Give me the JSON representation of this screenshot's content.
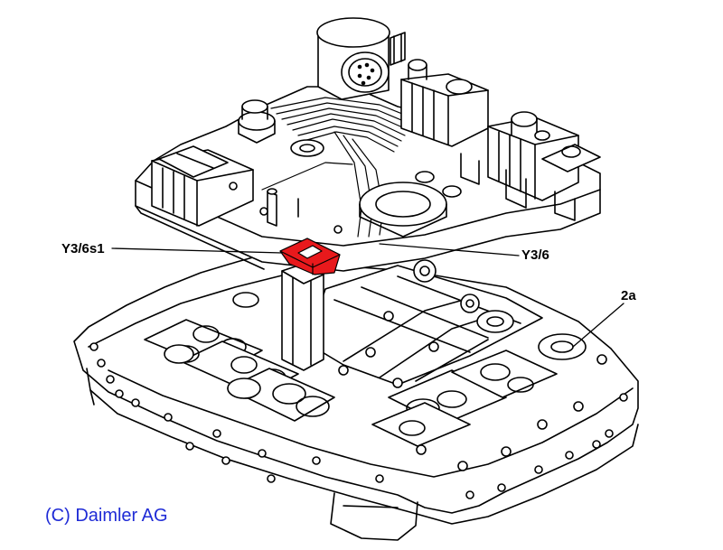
{
  "labels": {
    "y36s1": "Y3/6s1",
    "y36": "Y3/6",
    "a2": "2a"
  },
  "copyright": "(C) Daimler AG",
  "colors": {
    "highlight": "#e8191c",
    "copyright": "#1f2bd6",
    "line": "#000000"
  }
}
